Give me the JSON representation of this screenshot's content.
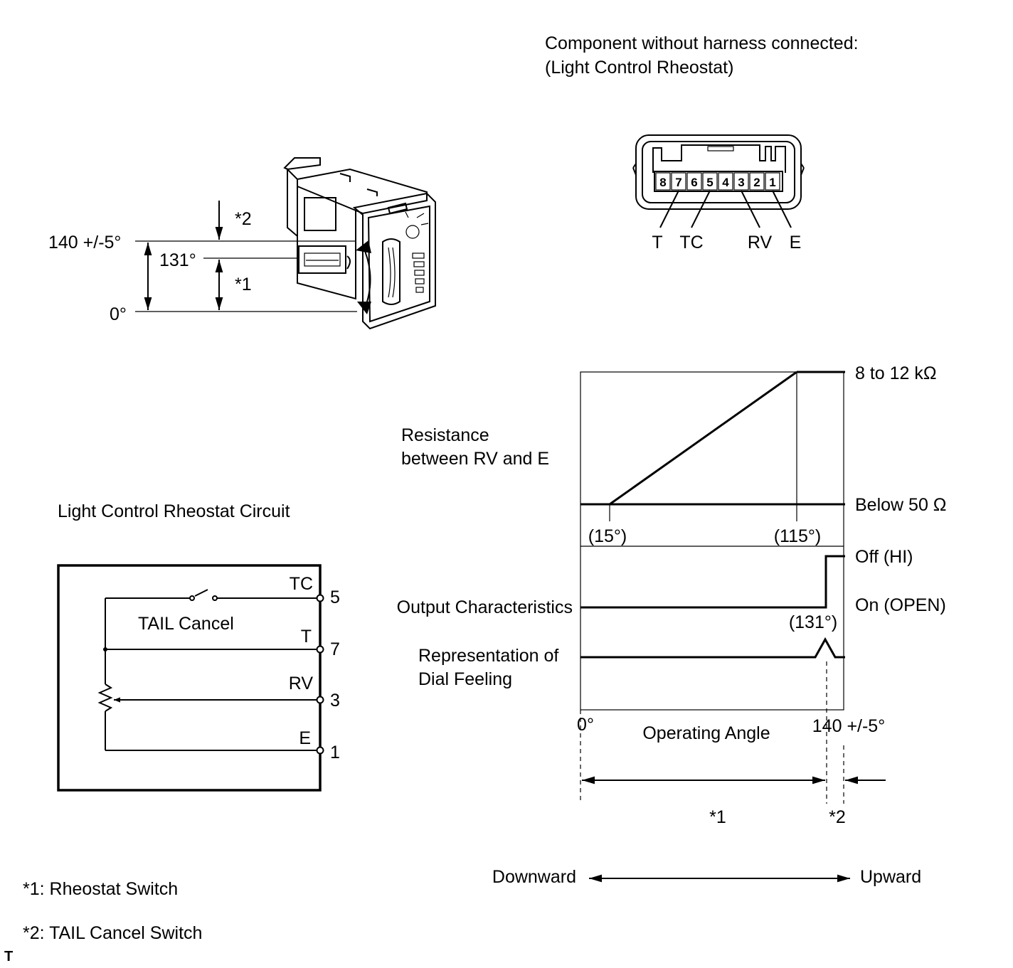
{
  "connector": {
    "header_line1": "Component without harness connected:",
    "header_line2": "(Light Control Rheostat)",
    "pins": [
      "8",
      "7",
      "6",
      "5",
      "4",
      "3",
      "2",
      "1"
    ],
    "labels": {
      "t": "T",
      "tc": "TC",
      "rv": "RV",
      "e": "E"
    }
  },
  "switch_angle": {
    "top_value": "140 +/-5°",
    "mid_value": "131°",
    "bottom_value": "0°",
    "note_top": "*2",
    "note_bottom": "*1"
  },
  "circuit": {
    "title": "Light Control Rheostat Circuit",
    "switch_label": "TAIL Cancel",
    "terminals": [
      {
        "name": "TC",
        "pin": "5"
      },
      {
        "name": "T",
        "pin": "7"
      },
      {
        "name": "RV",
        "pin": "3"
      },
      {
        "name": "E",
        "pin": "1"
      }
    ]
  },
  "graph": {
    "resistance_label_line1": "Resistance",
    "resistance_label_line2": "between RV and E",
    "res_high": "8 to 12 kΩ",
    "res_low": "Below 50 Ω",
    "angle_15": "(15°)",
    "angle_115": "(115°)",
    "output_label": "Output Characteristics",
    "output_off": "Off (HI)",
    "output_on": "On (OPEN)",
    "angle_131": "(131°)",
    "dial_label_line1": "Representation of",
    "dial_label_line2": "Dial Feeling",
    "axis_start": "0°",
    "axis_title": "Operating Angle",
    "axis_end": "140 +/-5°",
    "range1": "*1",
    "range2": "*2",
    "dir_left": "Downward",
    "dir_right": "Upward"
  },
  "notes": {
    "note1": "*1: Rheostat Switch",
    "note2": "*2: TAIL Cancel Switch",
    "corner": "T"
  }
}
